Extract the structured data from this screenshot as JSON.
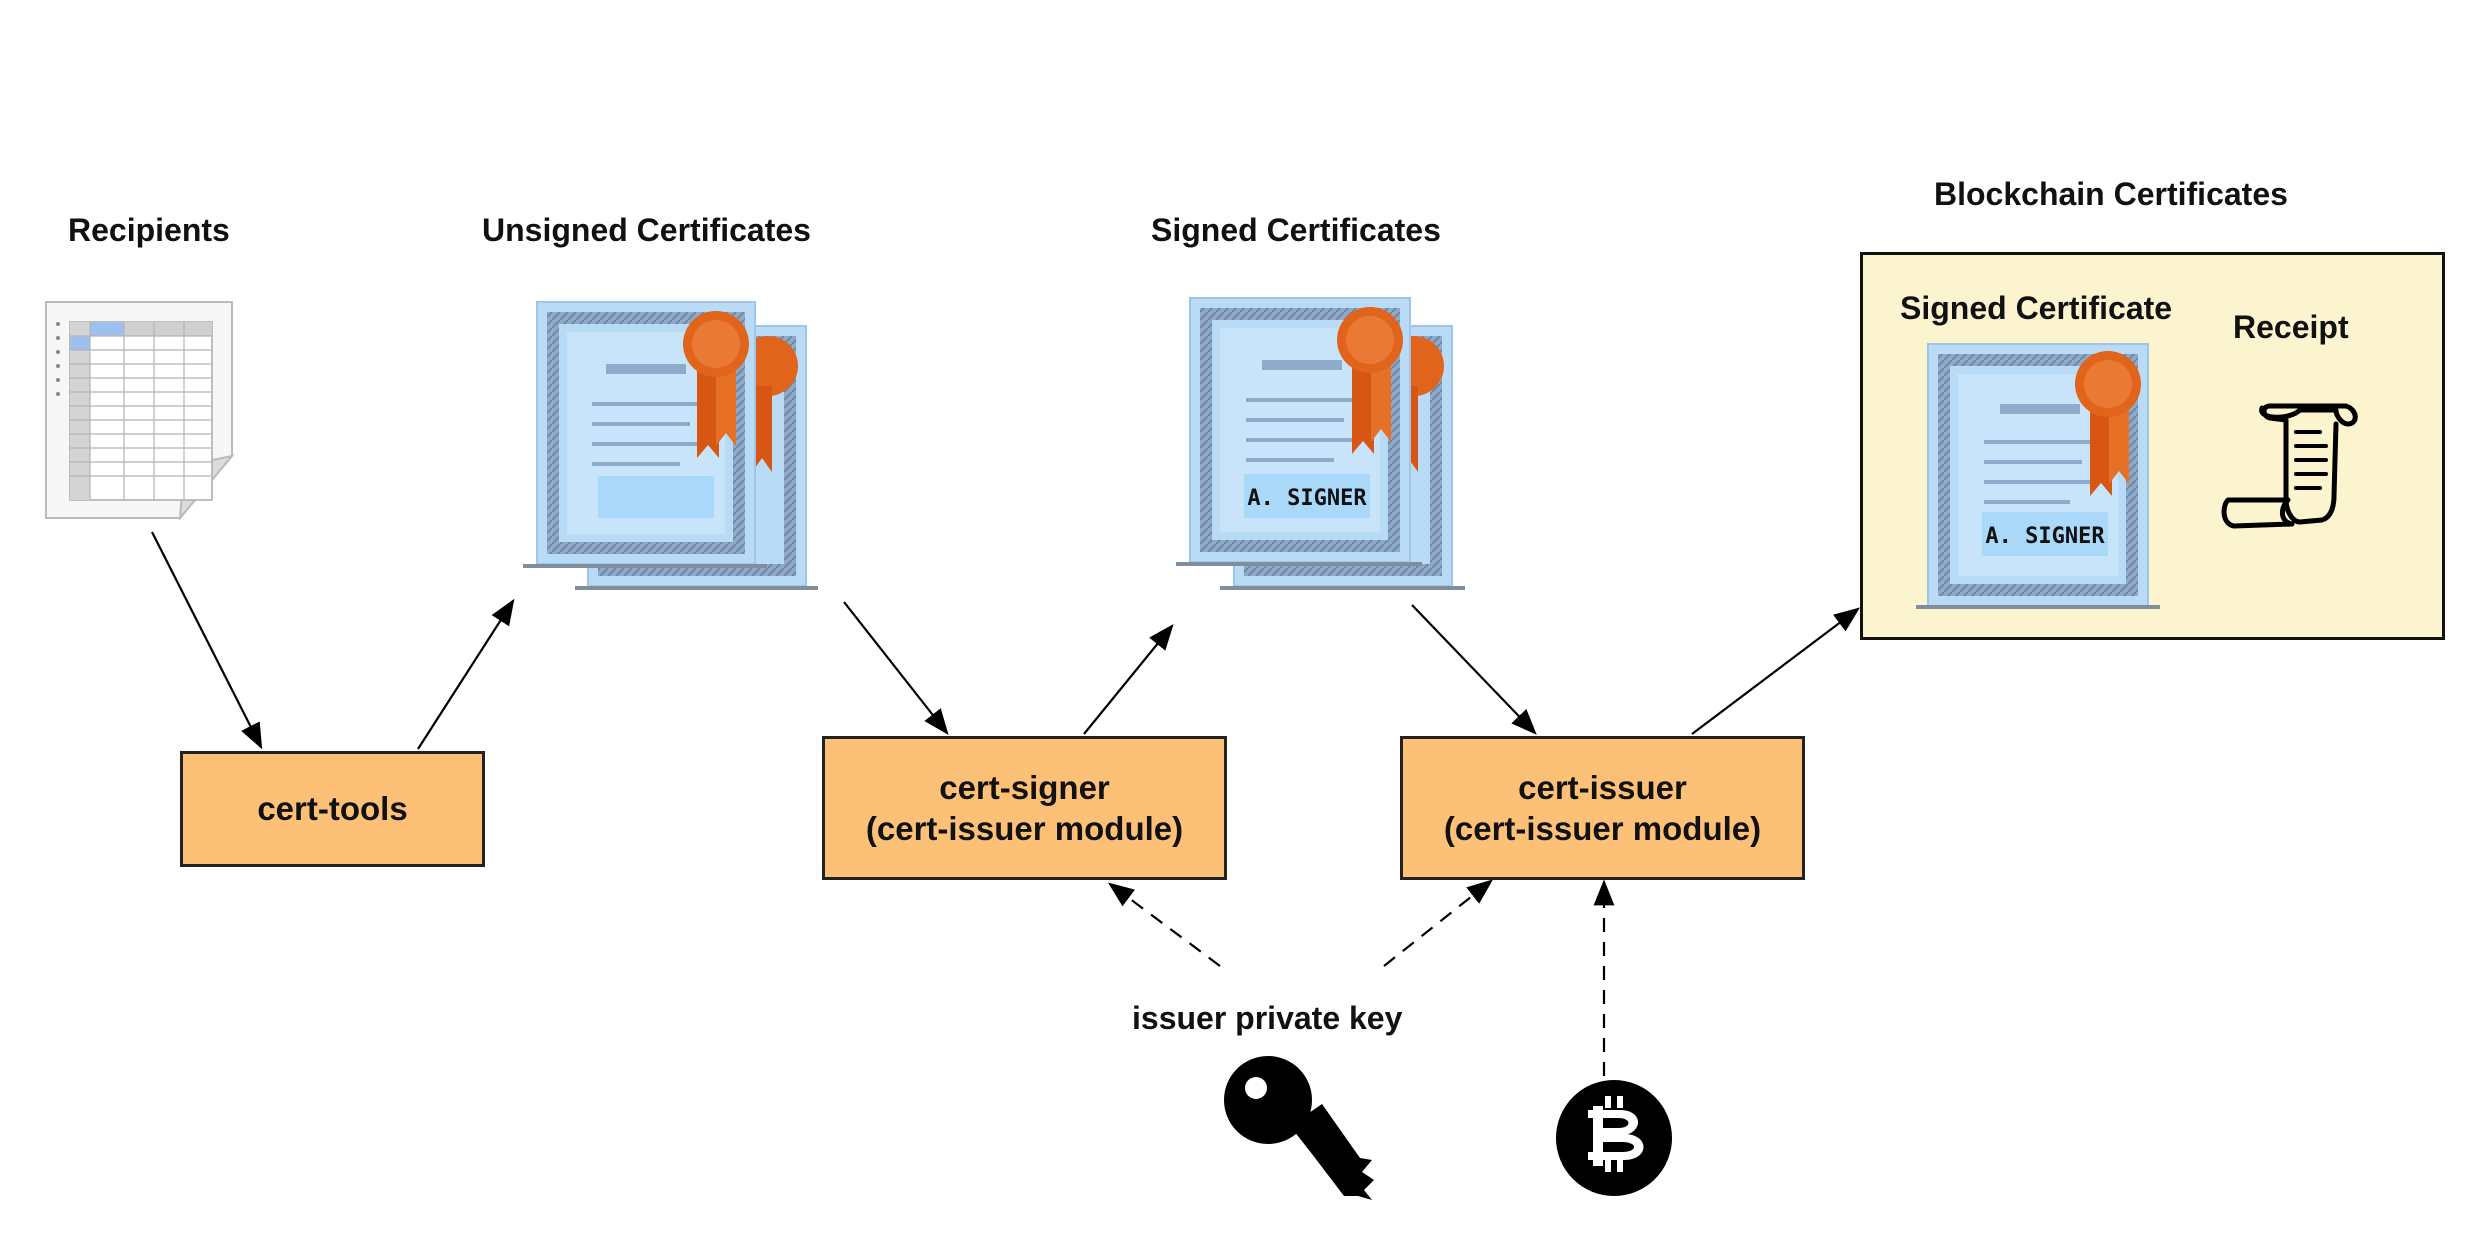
{
  "stages": {
    "recipients": "Recipients",
    "unsigned": "Unsigned Certificates",
    "signed": "Signed Certificates",
    "blockchain": "Blockchain Certificates"
  },
  "container": {
    "signed_certificate": "Signed Certificate",
    "receipt": "Receipt"
  },
  "processes": {
    "cert_tools": "cert-tools",
    "cert_signer": "cert-signer",
    "cert_signer_module": "(cert-issuer module)",
    "cert_issuer": "cert-issuer",
    "cert_issuer_module": "(cert-issuer module)"
  },
  "inputs": {
    "private_key": "issuer private key"
  },
  "certificate_text": {
    "signer": "A. SIGNER"
  },
  "icons": [
    "spreadsheet-icon",
    "certificate-icon",
    "ribbon-seal-icon",
    "receipt-scroll-icon",
    "key-icon",
    "bitcoin-icon"
  ],
  "colors": {
    "process_fill": "#fcc177",
    "container_fill": "#fcf3cf",
    "certificate_blue": "#b9dbf5",
    "seal_orange": "#e0641c"
  }
}
